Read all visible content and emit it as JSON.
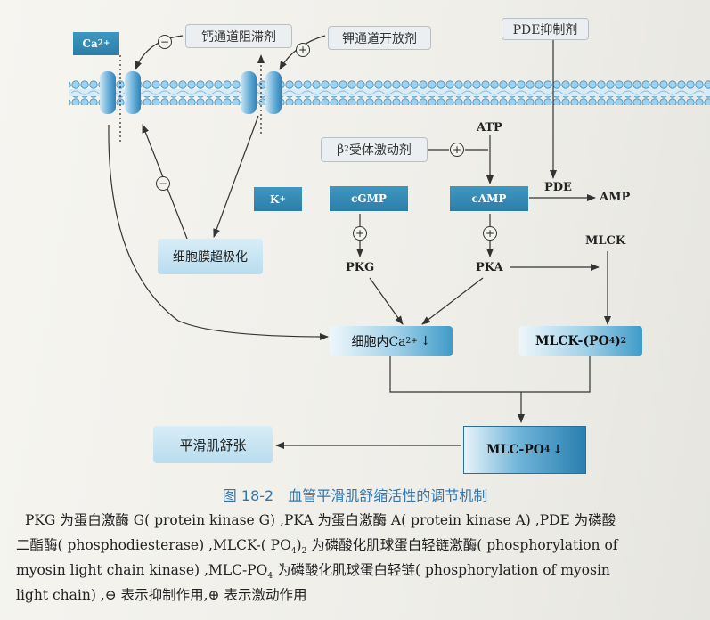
{
  "membrane_labels": {
    "ca_channel_blocker": "钙通道阻滞剂",
    "k_channel_opener": "钾通道开放剂",
    "pde_inhibitor": "PDE抑制剂"
  },
  "ions": {
    "ca_base": "Ca",
    "ca_sup": "2+",
    "k_base": "K",
    "k_sup": "+"
  },
  "nodes": {
    "beta2_base": "β",
    "beta2_sub": "2",
    "beta2_rest": "受体激动剂",
    "atp": "ATP",
    "cgmp": "cGMP",
    "camp": "cAMP",
    "pde": "PDE",
    "amp": "AMP",
    "hyperpolarization": "细胞膜超极化",
    "pkg": "PKG",
    "pka": "PKA",
    "mlck": "MLCK",
    "intracellular_ca_base": "细胞内Ca",
    "intracellular_ca_sup": "2+",
    "intracellular_ca_arrow": "↓",
    "mlck_po4_base": "MLCK-(PO",
    "mlck_po4_sub": "4",
    "mlck_po4_end": ")",
    "mlck_po4_sub2": "2",
    "mlc_po4_base": "MLC-PO",
    "mlc_po4_sub": "4",
    "mlc_po4_arrow": "↓",
    "relaxation": "平滑肌舒张"
  },
  "signs": {
    "minus": "−",
    "plus": "+"
  },
  "caption": {
    "title": "图 18-2　血管平滑肌舒缩活性的调节机制",
    "line1": "PKG 为蛋白激酶 G( protein kinase G) ,PKA 为蛋白激酶 A( protein kinase A) ,PDE 为磷酸",
    "line2a": "二酯酶( phosphodiesterase) ,MLCK-( PO",
    "line2_sub": "4",
    "line2b": ")",
    "line2_sub2": "2",
    "line2c": " 为磷酸化肌球蛋白轻链激酶( phosphorylation of",
    "line3": "myosin light chain kinase) ,MLC-PO",
    "line3_sub": "4",
    "line3b": " 为磷酸化肌球蛋白轻链( phosphorylation of myosin",
    "line4": "light chain) ,⊖ 表示抑制作用,⊕ 表示激动作用"
  }
}
